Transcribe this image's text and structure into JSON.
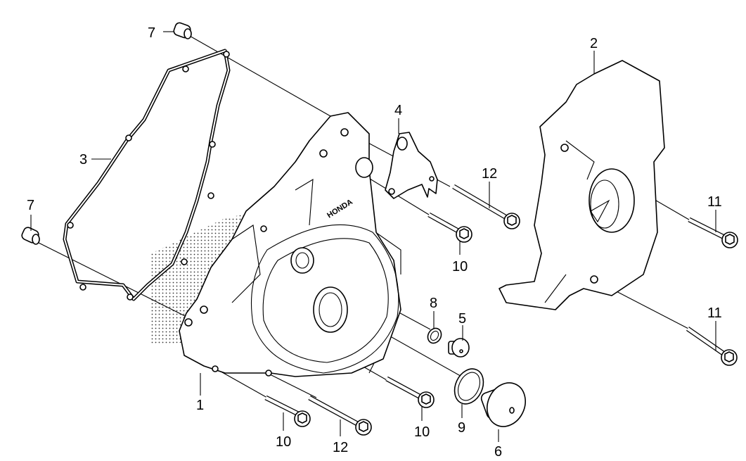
{
  "diagram": {
    "title": "Left crankcase cover exploded view",
    "brand_mark": "HONDA",
    "callouts": [
      {
        "id": "c1",
        "label": "1",
        "part": "left crankcase cover"
      },
      {
        "id": "c2",
        "label": "2",
        "part": "left cover guard"
      },
      {
        "id": "c3",
        "label": "3",
        "part": "cover gasket"
      },
      {
        "id": "c4",
        "label": "4",
        "part": "mounting bracket"
      },
      {
        "id": "c5",
        "label": "5",
        "part": "timing hole cap"
      },
      {
        "id": "c6",
        "label": "6",
        "part": "crankshaft hole cap"
      },
      {
        "id": "c7a",
        "label": "7",
        "part": "dowel pin"
      },
      {
        "id": "c7b",
        "label": "7",
        "part": "dowel pin"
      },
      {
        "id": "c8",
        "label": "8",
        "part": "o-ring small"
      },
      {
        "id": "c9",
        "label": "9",
        "part": "o-ring large"
      },
      {
        "id": "c10a",
        "label": "10",
        "part": "flange bolt"
      },
      {
        "id": "c10b",
        "label": "10",
        "part": "flange bolt"
      },
      {
        "id": "c10c",
        "label": "10",
        "part": "flange bolt"
      },
      {
        "id": "c11a",
        "label": "11",
        "part": "flange bolt"
      },
      {
        "id": "c11b",
        "label": "11",
        "part": "flange bolt"
      },
      {
        "id": "c12a",
        "label": "12",
        "part": "long flange bolt"
      },
      {
        "id": "c12b",
        "label": "12",
        "part": "long flange bolt"
      }
    ]
  }
}
